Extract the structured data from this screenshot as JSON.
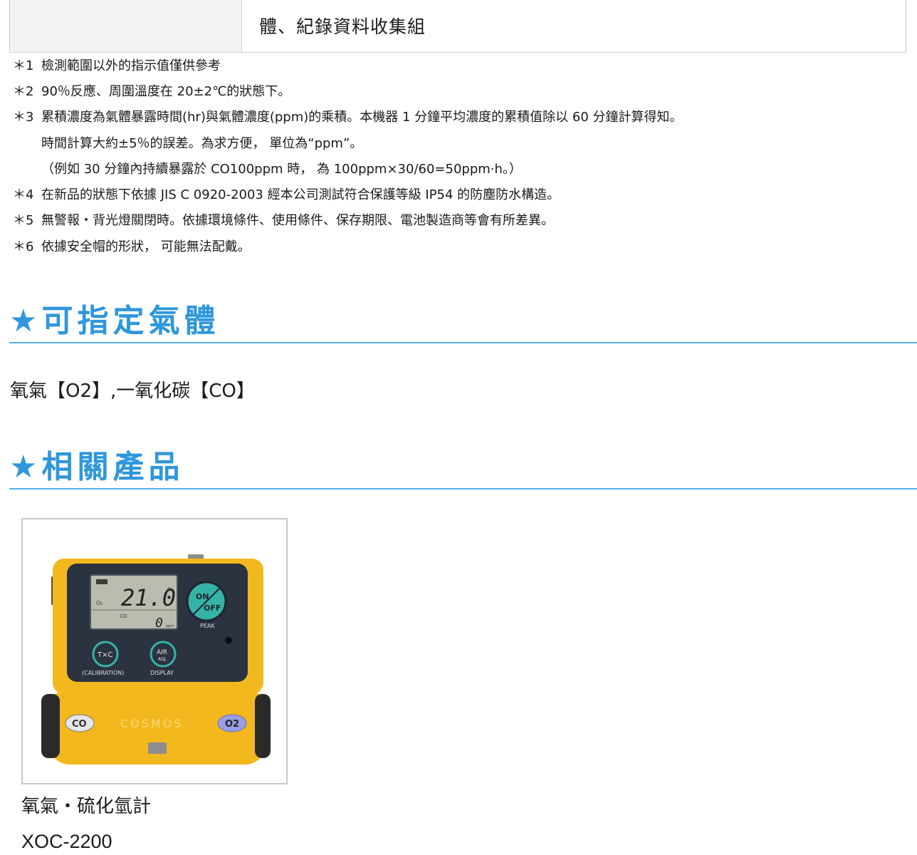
{
  "spec_table": {
    "value_text": "體、紀錄資料收集組"
  },
  "notes": [
    {
      "mark": "＊1",
      "text": "檢測範圍以外的指示值僅供參考"
    },
    {
      "mark": "＊2",
      "text": "90％反應、周圍溫度在 20±2℃的狀態下。"
    },
    {
      "mark": "＊3",
      "text": "累積濃度為氣體暴露時間(hr)與氣體濃度(ppm)的乘積。本機器 1 分鐘平均濃度的累積值除以 60 分鐘計算得知。"
    },
    {
      "mark": "",
      "text": "時間計算大約±5％的誤差。為求方便， 單位為“ppm”。"
    },
    {
      "mark": "",
      "text": "（例如 30 分鐘內持續暴露於 CO100ppm 時， 為 100ppm×30/60=50ppm·h。）"
    },
    {
      "mark": "＊4",
      "text": "在新品的狀態下依據 JIS C 0920-2003  經本公司測試符合保護等級 IP54 的防塵防水構造。"
    },
    {
      "mark": "＊5",
      "text": "無警報・背光燈關閉時。依據環境條件、使用條件、保存期限、電池製造商等會有所差異。"
    },
    {
      "mark": "＊6",
      "text": "依據安全帽的形狀， 可能無法配戴。"
    }
  ],
  "sections": {
    "gases_heading": "★可指定氣體",
    "gases_text": "氧氣【O2】,一氧化碳【CO】",
    "related_heading": "★相關產品"
  },
  "product": {
    "name": "氧氣・硫化氫計",
    "model": "XOC-2200",
    "device": {
      "reading_main": "21.0",
      "reading_unit": "%",
      "reading_second": "0",
      "reading_second_unit": "ppm",
      "label_o2_small": "O₂",
      "label_co_small": "CO",
      "power_button_on": "ON",
      "power_button_off": "OFF",
      "peak_label": "PEAK",
      "txc_button": "T×C",
      "calibration_label": "(CALIBRATION)",
      "air_button_top": "AIR",
      "air_button_bottom": "ADJ.",
      "display_label": "DISPLAY",
      "brand": "COSMOS",
      "left_badge": "CO",
      "right_badge": "O2"
    }
  },
  "colors": {
    "heading_blue": "#2f97dc",
    "device_yellow": "#f3b81d",
    "device_panel": "#2b3340",
    "button_teal": "#35b3a6"
  }
}
